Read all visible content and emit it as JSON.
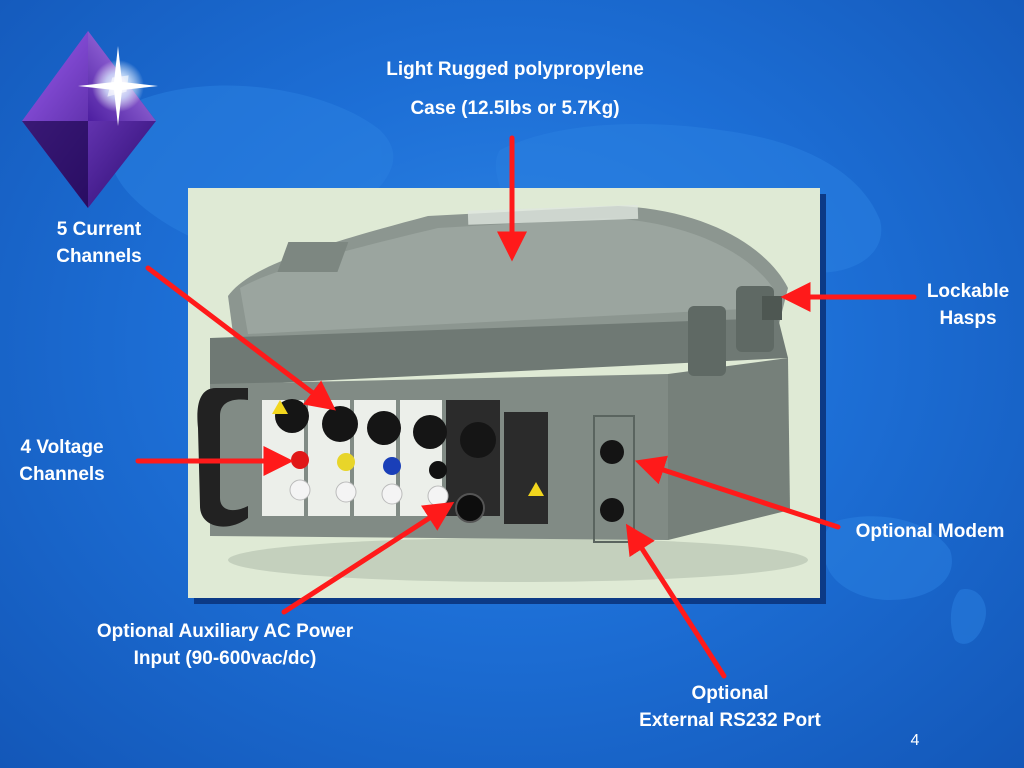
{
  "slide": {
    "page_number": "4",
    "background_color": "#1d6fd6",
    "arrow_color": "#ff1a1a"
  },
  "callouts": {
    "case": {
      "line1": "Light Rugged polypropylene",
      "line2": "Case (12.5lbs or  5.7Kg)"
    },
    "current": {
      "line1": "5 Current",
      "line2": "Channels"
    },
    "voltage": {
      "line1": "4 Voltage",
      "line2": "Channels"
    },
    "hasps": {
      "line1": "Lockable",
      "line2": "Hasps"
    },
    "modem": {
      "line1": "Optional Modem"
    },
    "aux_power": {
      "line1": "Optional Auxiliary AC Power",
      "line2": "Input (90-600vac/dc)"
    },
    "rs232": {
      "line1": "Optional",
      "line2": "External RS232 Port"
    }
  },
  "icons": {
    "logo": "purple-diamond-star-icon",
    "arrows": "red-arrow-icon"
  }
}
